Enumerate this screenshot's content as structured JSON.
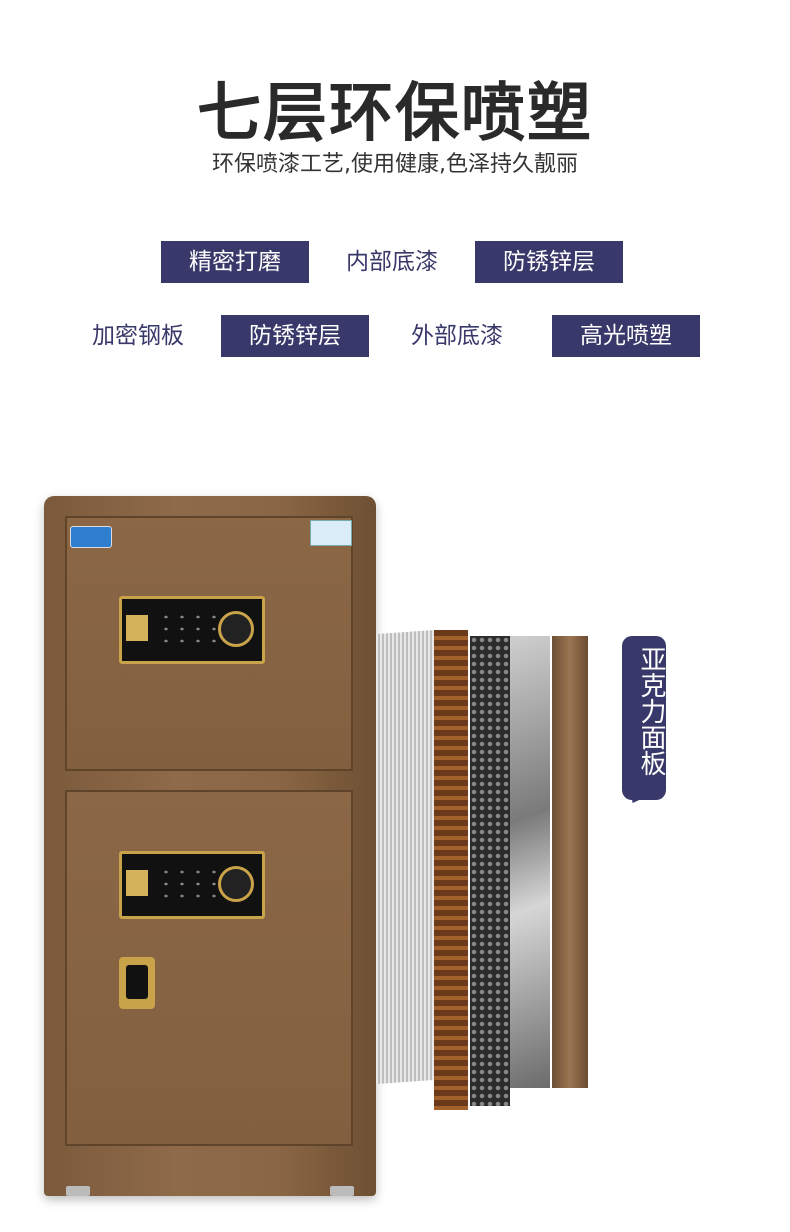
{
  "header": {
    "title": "七层环保喷塑",
    "subtitle": "环保喷漆工艺,使用健康,色泽持久靓丽"
  },
  "tags_row1": [
    "精密打磨",
    "内部底漆",
    "防锈锌层"
  ],
  "tags_row2": [
    "加密钢板",
    "防锈锌层",
    "外部底漆",
    "高光喷塑"
  ],
  "callout": {
    "label": "亚克力面板"
  },
  "colors": {
    "accent": "#38386a",
    "safe_body": "#8b6746",
    "gold_trim": "#c9a34a"
  }
}
